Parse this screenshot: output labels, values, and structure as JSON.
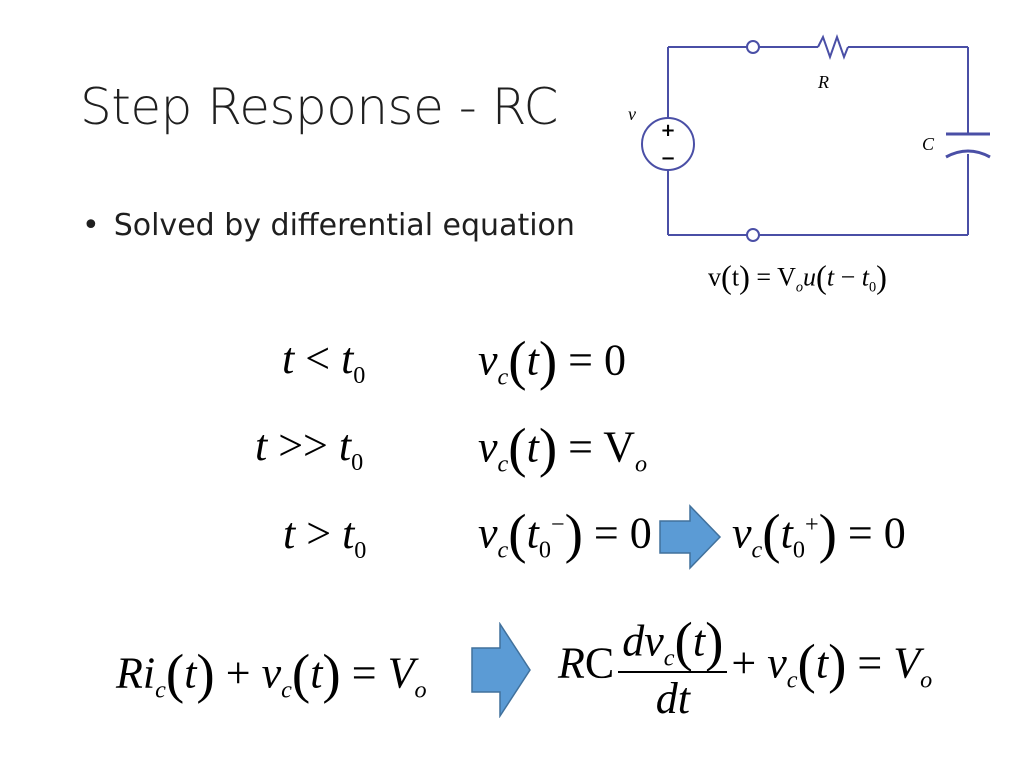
{
  "slide": {
    "title": "Step Response - RC",
    "bullet": "Solved by differential equation"
  },
  "circuit": {
    "source_label": "v",
    "source_plus": "+",
    "source_minus": "−",
    "resistor_label": "R",
    "capacitor_label": "C",
    "input_equation": "v(t) = V_o u(t − t_0)"
  },
  "conditions": [
    {
      "condition": "t < t_0",
      "result": "v_c(t) = 0"
    },
    {
      "condition": "t >> t_0",
      "result": "v_c(t) = V_o"
    },
    {
      "condition": "t > t_0",
      "result": "v_c(t_0^−) = 0",
      "implies": "v_c(t_0^+) = 0"
    }
  ],
  "kvl": {
    "lhs": "R i_c(t) + v_c(t) = V_o",
    "rhs": "RC dv_c(t)/dt + v_c(t) = V_o"
  },
  "colors": {
    "circuit_wire": "#4a4fa6",
    "arrow_fill": "#5b9bd5",
    "arrow_stroke": "#41719c"
  }
}
